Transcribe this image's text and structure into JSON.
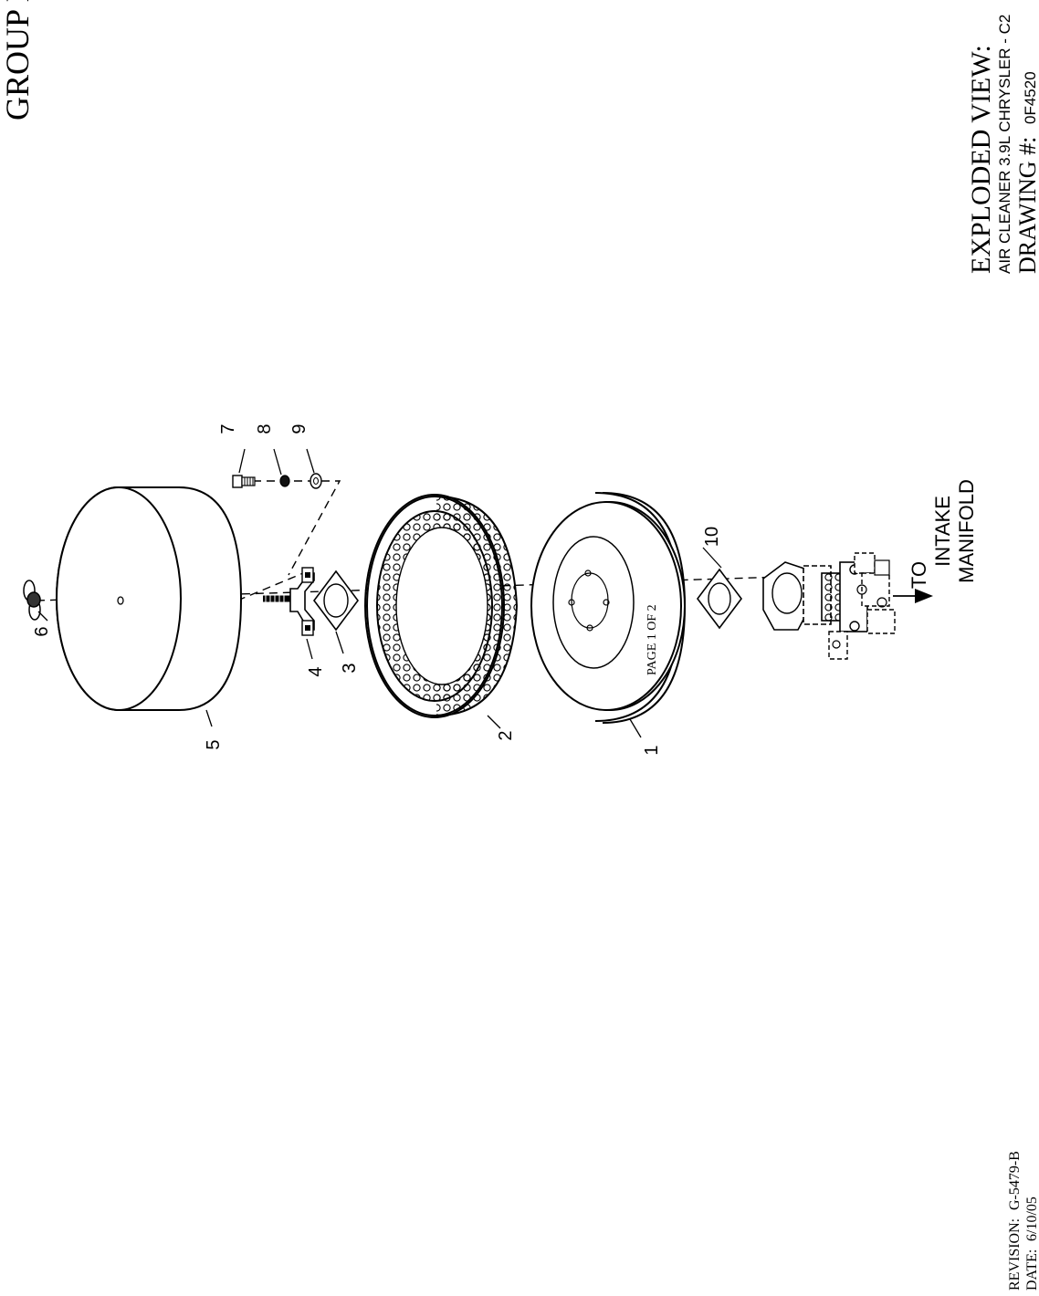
{
  "header": {
    "group": "GROUP D"
  },
  "title_block": {
    "view_label": "EXPLODED VIEW:",
    "description": "AIR CLEANER 3.9L CHRYSLER - C2",
    "drawing_label": "DRAWING #:",
    "drawing_number": "0F4520"
  },
  "footer": {
    "page": "PAGE 1 OF 2",
    "revision_label": "REVISION:",
    "revision": "G-5479-B",
    "date_label": "DATE:",
    "date": "6/10/05"
  },
  "callouts": {
    "c1": "1",
    "c2": "2",
    "c3": "3",
    "c4": "4",
    "c5": "5",
    "c6": "6",
    "c7": "7",
    "c8": "8",
    "c9": "9",
    "c10": "10"
  },
  "direction_label": {
    "line1": "TO",
    "line2": "INTAKE",
    "line3": "MANIFOLD"
  }
}
